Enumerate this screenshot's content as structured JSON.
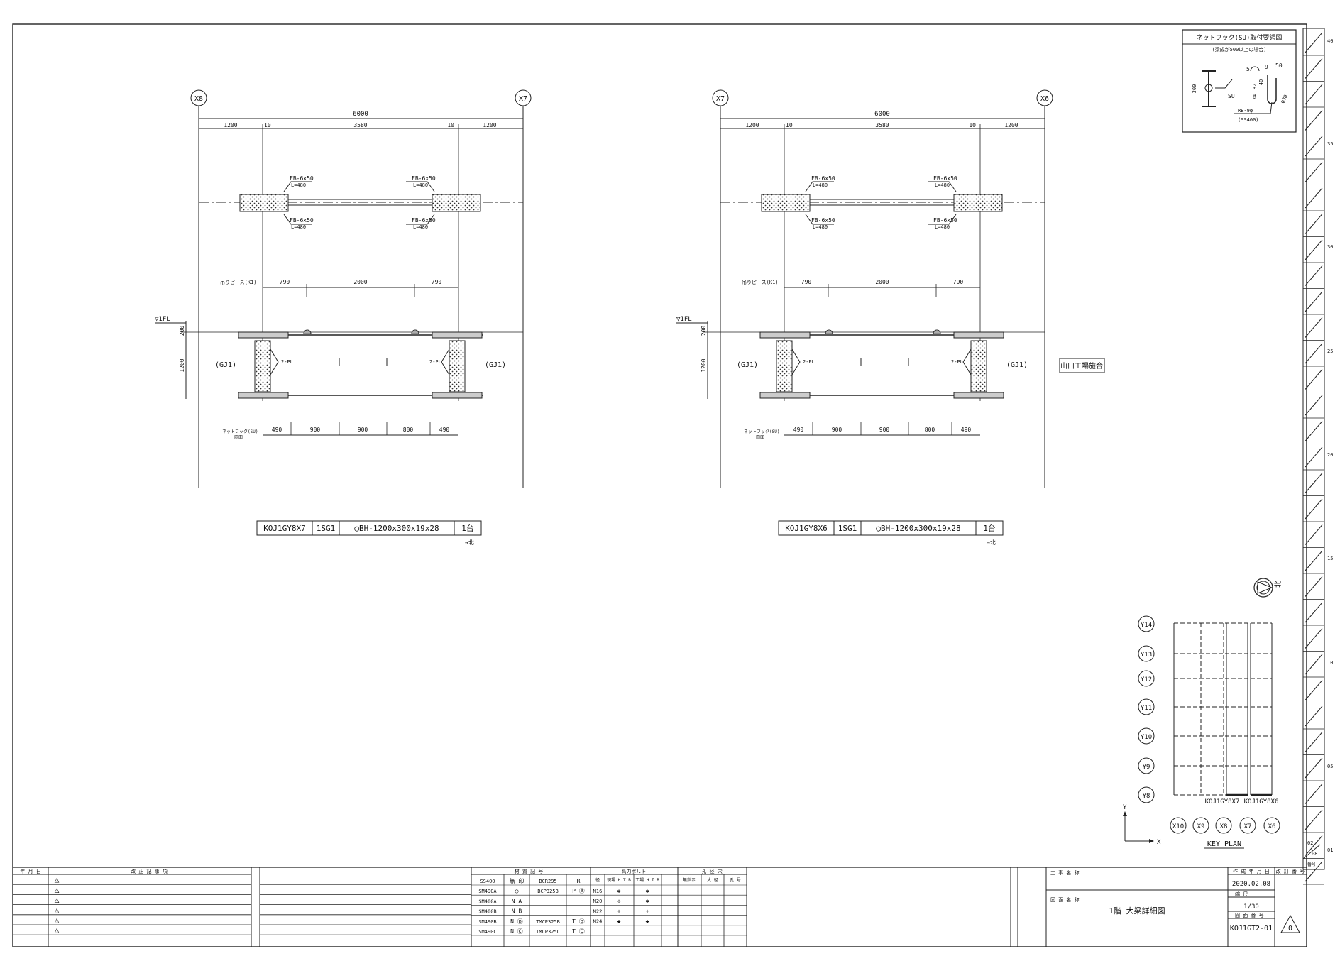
{
  "grids": {
    "left_a": "X8",
    "left_b": "X7",
    "right_a": "X7",
    "right_b": "X6"
  },
  "plan": {
    "overall": "6000",
    "seg_a": "1200",
    "seg_b": "10",
    "seg_c": "3580",
    "seg_d": "10",
    "seg_e": "1200",
    "fb": "FB-6x50",
    "fb_len": "L=480"
  },
  "elev": {
    "piece_label": "吊りピース(K1)",
    "p1": "790",
    "p2": "2000",
    "p3": "790",
    "level": "▽1FL",
    "dim_top": "200",
    "dim_depth": "1200",
    "gj": "(GJ1)",
    "stiffener": "2-PL",
    "net_label": "ネットフック(SU)",
    "net_sub": "両面",
    "n1": "490",
    "n2": "900",
    "n3": "900",
    "n4": "800",
    "n5": "490"
  },
  "members": [
    {
      "code": "KOJ1GY8X7",
      "mark": "1SG1",
      "section": "◯BH-1200x300x19x28",
      "qty": "1台"
    },
    {
      "code": "KOJ1GY8X6",
      "mark": "1SG1",
      "section": "◯BH-1200x300x19x28",
      "qty": "1台"
    }
  ],
  "north_arrow": "→北",
  "factory_note": "山口工場施合",
  "detail": {
    "title": "ネットフック(SU)取付要領図",
    "subtitle": "(梁成が500以上の場合)",
    "d_300": "300",
    "d_5": "5",
    "d_9": "9",
    "d_50": "50",
    "d_34": "34",
    "d_82": "82",
    "d_40": "40",
    "d_ring": "φ30",
    "su": "SU",
    "rb": "RB-9φ",
    "rb_mat": "(SS400)"
  },
  "keyplan": {
    "rows": [
      "Y14",
      "Y13",
      "Y12",
      "Y11",
      "Y10",
      "Y9",
      "Y8"
    ],
    "cols": [
      "X10",
      "X9",
      "X8",
      "X7",
      "X6"
    ],
    "label1": "KOJ1GY8X7",
    "label2": "KOJ1GY8X6",
    "title": "KEY PLAN",
    "axis_x": "X",
    "axis_y": "Y"
  },
  "compass": "北",
  "side_marks": [
    "40",
    "35",
    "30",
    "25",
    "20",
    "15",
    "10",
    "05",
    "01"
  ],
  "titleblock": {
    "rev_header_date": "年 月 日",
    "rev_header_desc": "改 正 記 事 項",
    "rev_marks": [
      "△",
      "△",
      "△",
      "△",
      "△",
      "△"
    ],
    "material_header": "材 質 記 号",
    "materials": [
      {
        "grade": "SS400",
        "sym": "無 印",
        "alt": "BCR295",
        "alt_sym": "R"
      },
      {
        "grade": "SM490A",
        "sym": "◯",
        "alt": "BCP325B",
        "alt_sym": "P Ⓑ"
      },
      {
        "grade": "SM400A",
        "sym": "N A",
        "alt": "",
        "alt_sym": ""
      },
      {
        "grade": "SM400B",
        "sym": "N B",
        "alt": "",
        "alt_sym": ""
      },
      {
        "grade": "SM490B",
        "sym": "N Ⓑ",
        "alt": "TMCP325B",
        "alt_sym": "T Ⓑ"
      },
      {
        "grade": "SM490C",
        "sym": "N Ⓒ",
        "alt": "TMCP325C",
        "alt_sym": "T Ⓒ"
      }
    ],
    "bolt_header": "高力ボルト",
    "bolt_cols": [
      "径",
      "現場 H.T.B",
      "工場 H.T.B"
    ],
    "bolts": [
      {
        "size": "M16",
        "a": "✱",
        "b": "✱"
      },
      {
        "size": "M20",
        "a": "✢",
        "b": "✱"
      },
      {
        "size": "M22",
        "a": "+",
        "b": "+"
      },
      {
        "size": "M24",
        "a": "◆",
        "b": "◆"
      }
    ],
    "hole_header": "孔 径 穴",
    "hole_cols": [
      "無指示",
      "大 径",
      "孔 号"
    ],
    "project_label": "工 事 名 称",
    "drawing_label": "図 面 名 称",
    "drawing_name": "1階 大梁詳細図",
    "date_label": "作 成 年 月 日",
    "date": "2020.02.08",
    "scale_label": "縮 尺",
    "scale": "1/30",
    "number_label": "図 面 番 号",
    "number": "KOJ1GT2-01",
    "revision_label": "改 訂 番 号",
    "revision": "0",
    "sheet_a": "02",
    "sheet_b": "08",
    "sheet_label": "番号"
  }
}
